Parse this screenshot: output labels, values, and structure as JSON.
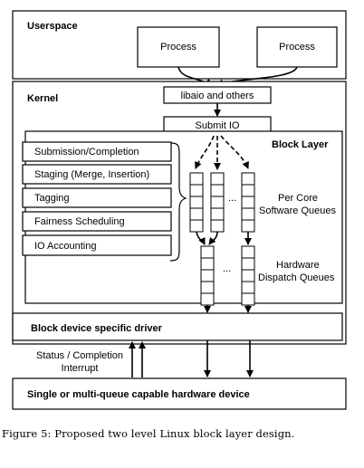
{
  "diagram": {
    "userspace_label": "Userspace",
    "process_left": "Process",
    "process_right": "Process",
    "kernel_label": "Kernel",
    "libaio_label": "libaio and others",
    "submit_io_label": "Submit IO",
    "block_layer_label": "Block Layer",
    "features": [
      "Submission/Completion",
      "Staging (Merge, Insertion)",
      "Tagging",
      "Fairness Scheduling",
      "IO Accounting"
    ],
    "software_queues_label_line1": "Per Core",
    "software_queues_label_line2": "Software Queues",
    "hardware_queues_label_line1": "Hardware",
    "hardware_queues_label_line2": "Dispatch Queues",
    "ellipsis": "...",
    "driver_label": "Block device specific driver",
    "status_label_line1": "Status / Completion",
    "status_label_line2": "Interrupt",
    "hardware_label": "Single or multi-queue capable hardware device"
  },
  "caption": "Figure 5: Proposed two level Linux block layer design."
}
